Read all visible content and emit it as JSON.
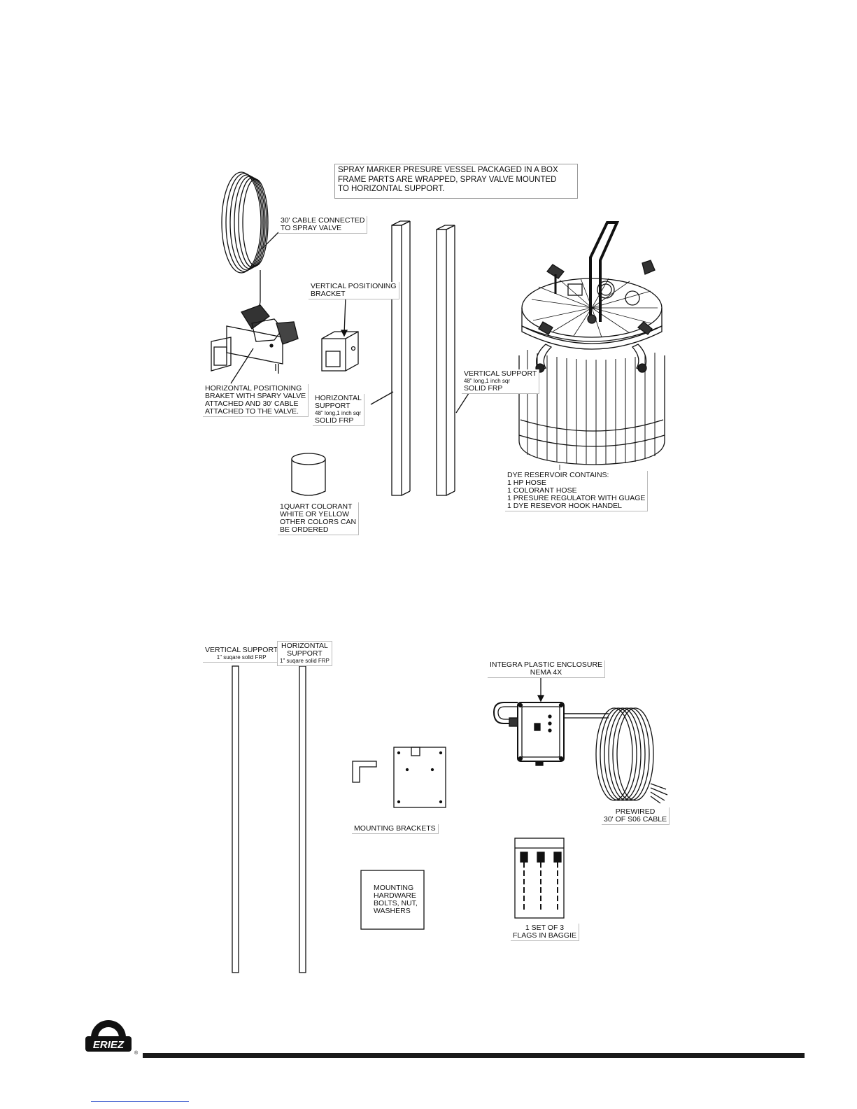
{
  "upper_kit": {
    "title_lines": [
      "SPRAY MARKER PRESURE VESSEL PACKAGED IN A BOX",
      "FRAME PARTS ARE WRAPPED, SPRAY VALVE MOUNTED",
      "TO HORIZONTAL SUPPORT."
    ],
    "cable_label": [
      "30' CABLE CONNECTED",
      "TO SPRAY VALVE"
    ],
    "vpos_bracket_label": [
      "VERTICAL POSITIONING",
      "BRACKET"
    ],
    "hpos_bracket_label": [
      "HORIZONTAL POSITIONING",
      "BRAKET WITH SPARY VALVE",
      "ATTACHED AND 30' CABLE",
      "ATTACHED TO THE VALVE."
    ],
    "horizontal_support": {
      "lines": [
        "HORIZONTAL",
        "SUPPORT"
      ],
      "spec": "48\" long,1 inch sqr",
      "material": "SOLID FRP"
    },
    "vertical_support": {
      "lines": [
        "VERTICAL SUPPORT"
      ],
      "spec": "48\" long,1 inch sqr",
      "material": "SOLID FRP"
    },
    "dye_reservoir": [
      "DYE RESERVOIR CONTAINS:",
      "1 HP HOSE",
      "1 COLORANT HOSE",
      "1 PRESURE REGULATOR WITH GUAGE",
      "1 DYE RESEVOR HOOK HANDEL"
    ],
    "colorant": [
      "1QUART COLORANT",
      "WHITE OR YELLOW",
      "OTHER COLORS CAN",
      "BE ORDERED"
    ]
  },
  "lower_kit": {
    "vertical_support": {
      "line1": "VERTICAL SUPPORT",
      "line2": "1\" suqare solid FRP"
    },
    "horizontal_support": {
      "line1": "HORIZONTAL",
      "line2": "SUPPORT",
      "line3": "1\" suqare solid FRP"
    },
    "enclosure": [
      "INTEGRA PLASTIC ENCLOSURE",
      "NEMA 4X"
    ],
    "prewired": [
      "PREWIRED",
      "30' OF S06 CABLE"
    ],
    "mounting_brackets": "MOUNTING BRACKETS",
    "hardware": [
      "MOUNTING",
      "HARDWARE",
      "BOLTS, NUT,",
      "WASHERS"
    ],
    "flags": [
      "1 SET OF 3",
      "FLAGS IN BAGGIE"
    ]
  },
  "footer": {
    "logo_text": "ERIEZ",
    "registered": "®"
  }
}
